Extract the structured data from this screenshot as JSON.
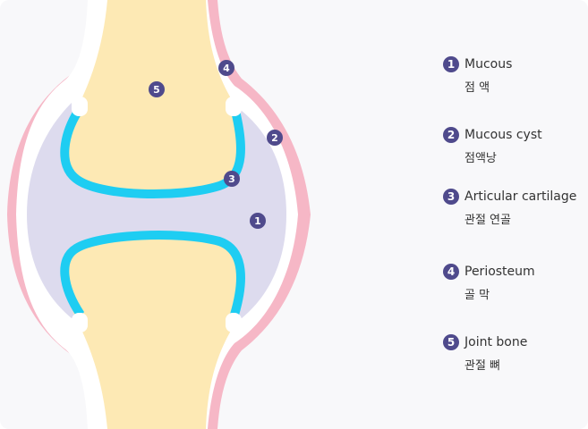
{
  "colors": {
    "periosteum": "#f6b7c6",
    "bone": "#fde9b4",
    "synovial_fluid": "#dddbee",
    "cartilage": "#1ecdf2",
    "badge": "#4f4a8c",
    "text": "#333333"
  },
  "markers": [
    "1",
    "2",
    "3",
    "4",
    "5"
  ],
  "legend": [
    {
      "num": "1",
      "en": "Mucous",
      "ko": "점 액"
    },
    {
      "num": "2",
      "en": "Mucous cyst",
      "ko": "점액낭"
    },
    {
      "num": "3",
      "en": "Articular cartilage",
      "ko": "관절 연골"
    },
    {
      "num": "4",
      "en": "Periosteum",
      "ko": "골 막"
    },
    {
      "num": "5",
      "en": "Joint bone",
      "ko": "관절 뼈"
    }
  ]
}
